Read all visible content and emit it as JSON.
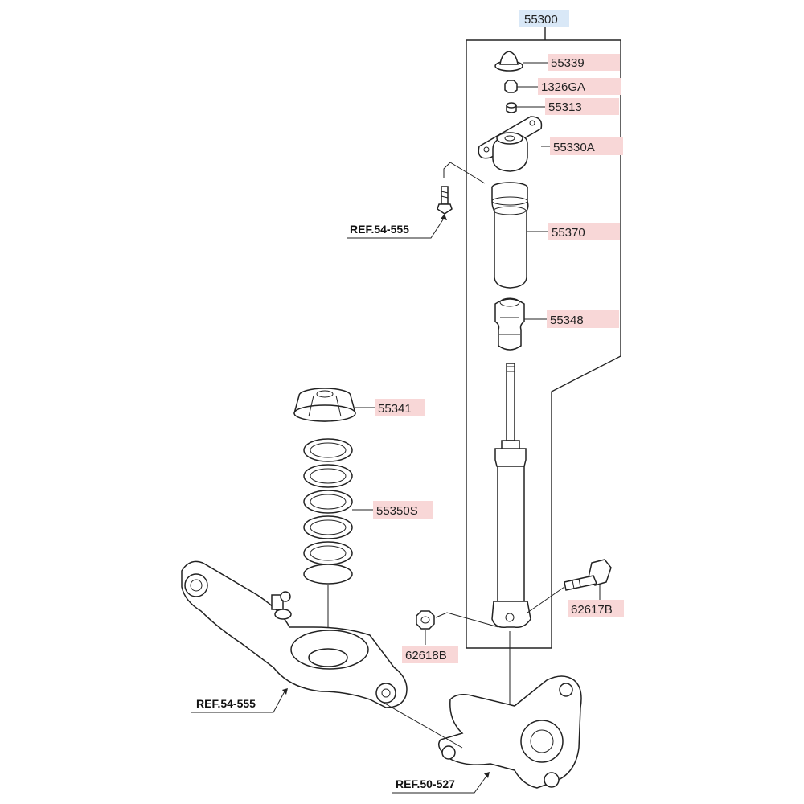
{
  "diagram": {
    "assembly_label": "55300",
    "parts": [
      {
        "id": "p-55339",
        "label": "55339"
      },
      {
        "id": "p-1326ga",
        "label": "1326GA"
      },
      {
        "id": "p-55313",
        "label": "55313"
      },
      {
        "id": "p-55330a",
        "label": "55330A"
      },
      {
        "id": "p-55370",
        "label": "55370"
      },
      {
        "id": "p-55348",
        "label": "55348"
      },
      {
        "id": "p-55341",
        "label": "55341"
      },
      {
        "id": "p-55350s",
        "label": "55350S"
      },
      {
        "id": "p-62617b",
        "label": "62617B"
      },
      {
        "id": "p-62618b",
        "label": "62618B"
      }
    ],
    "references": [
      {
        "id": "ref-top",
        "label": "REF.54-555"
      },
      {
        "id": "ref-arm",
        "label": "REF.54-555"
      },
      {
        "id": "ref-knuckle",
        "label": "REF.50-527"
      }
    ],
    "colors": {
      "assembly_highlight": "#d9e8f7",
      "part_highlight": "#f8d7d7",
      "line": "#222222"
    }
  }
}
